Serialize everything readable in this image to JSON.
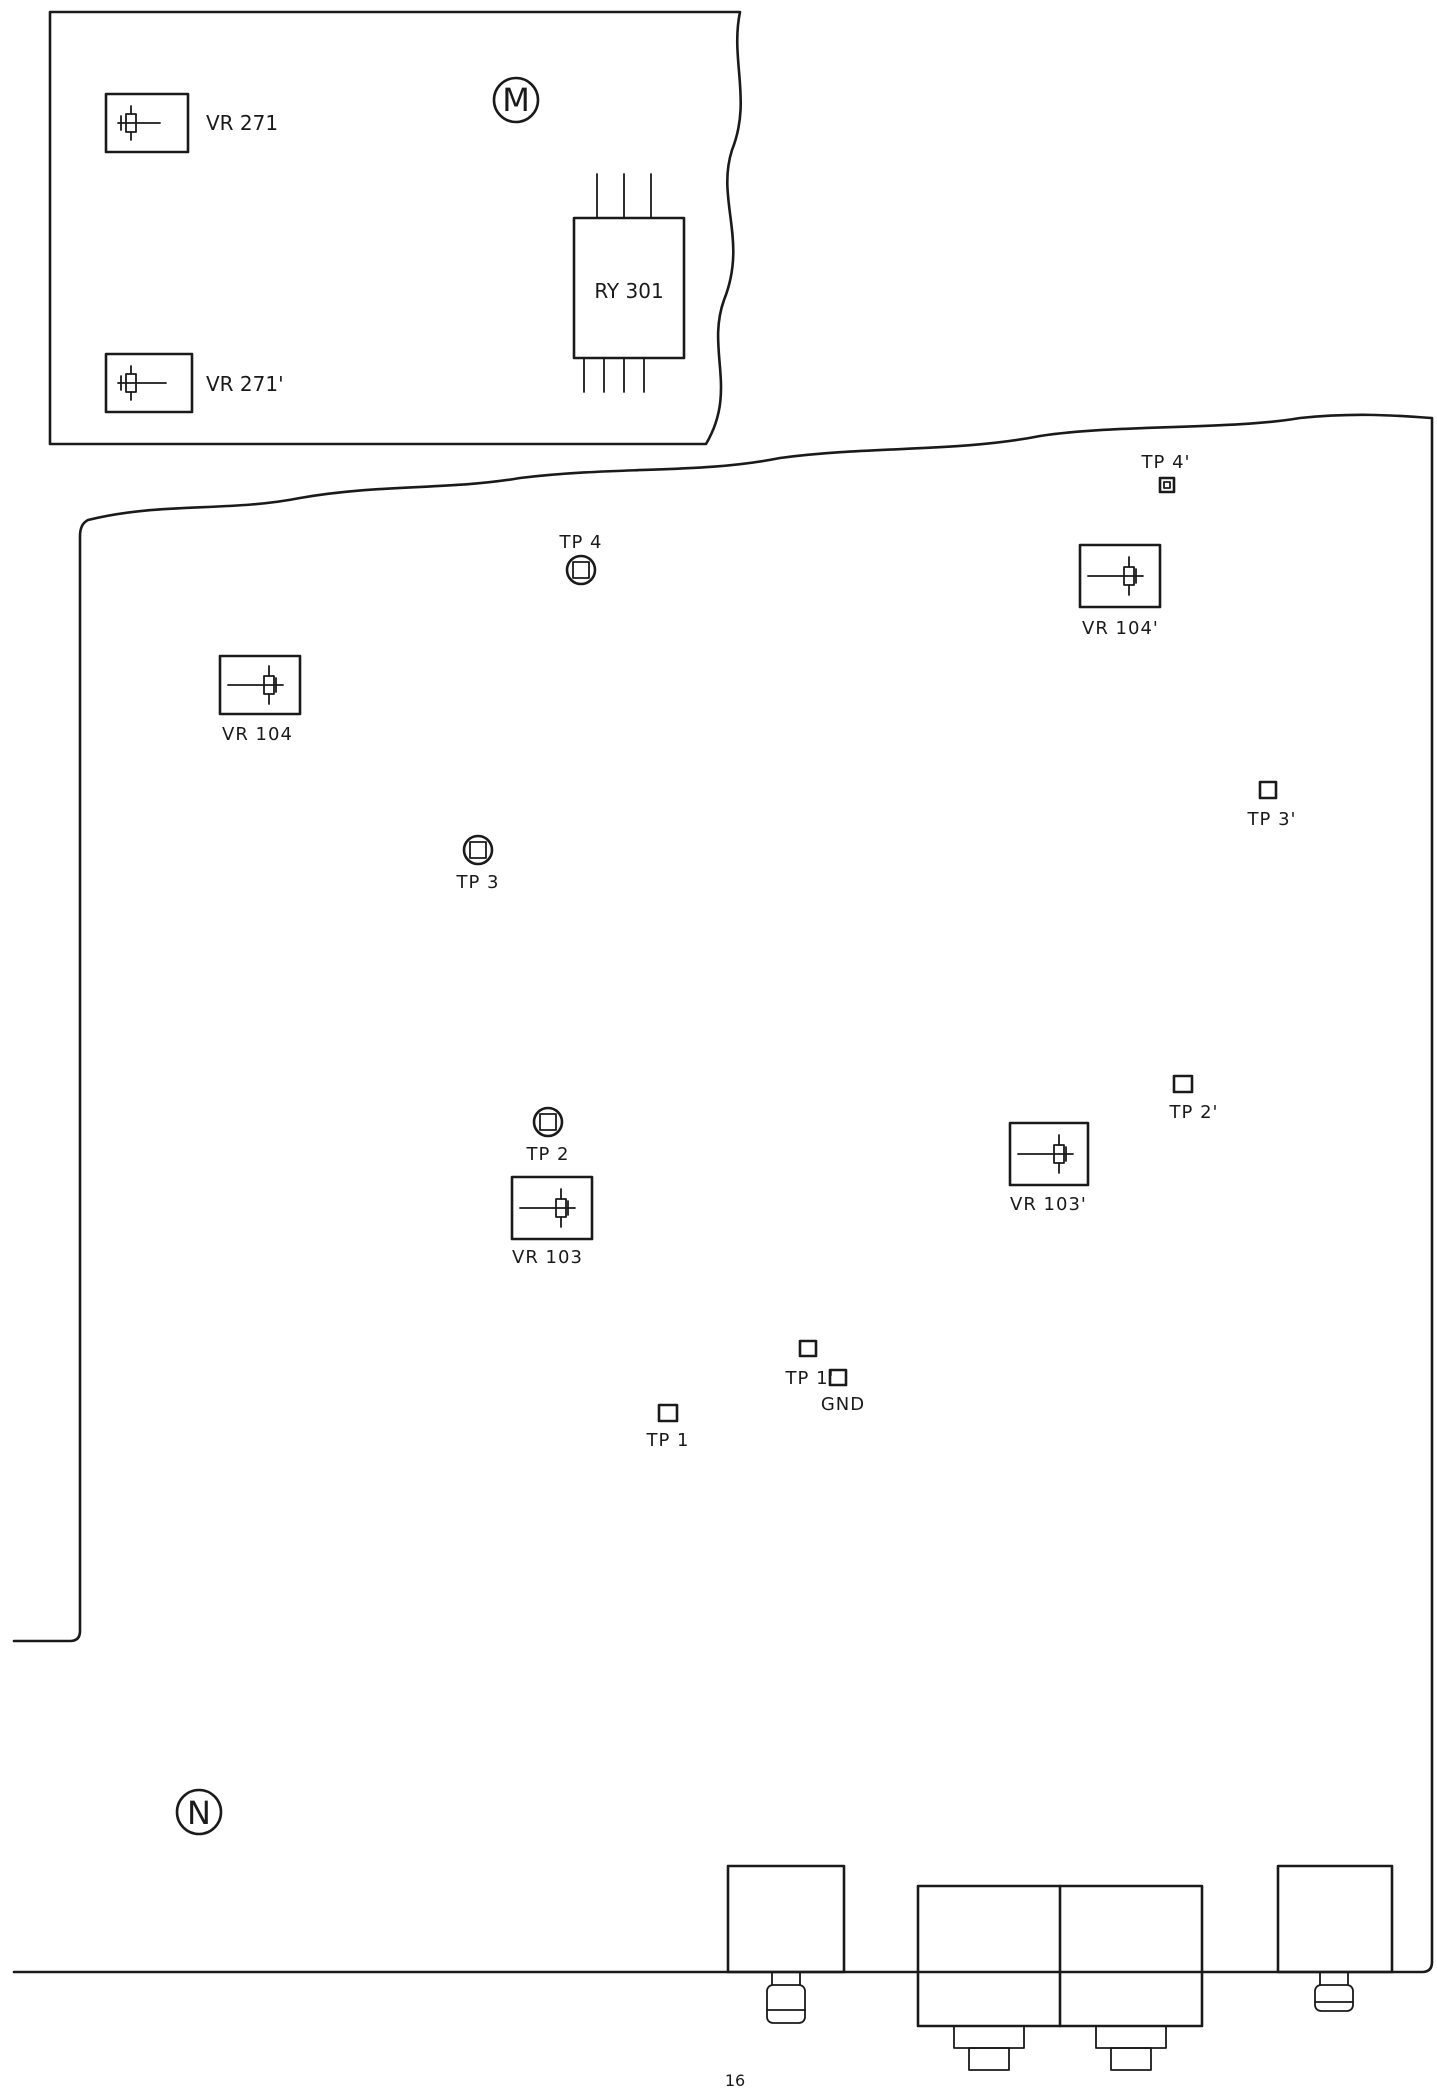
{
  "boards": {
    "m_label": "M",
    "n_label": "N"
  },
  "relay": {
    "label": "RY 301"
  },
  "trimmers": {
    "vr271": "VR 271",
    "vr271p": "VR 271'",
    "vr104": "VR 104",
    "vr104p": "VR 104'",
    "vr103": "VR 103",
    "vr103p": "VR 103'"
  },
  "test_points": {
    "tp4": "TP 4",
    "tp4p": "TP 4'",
    "tp3": "TP 3",
    "tp3p": "TP 3'",
    "tp2": "TP 2",
    "tp2p": "TP 2'",
    "tp1": "TP 1",
    "tp1p": "TP 1'",
    "gnd": "GND"
  },
  "page_number": "16"
}
